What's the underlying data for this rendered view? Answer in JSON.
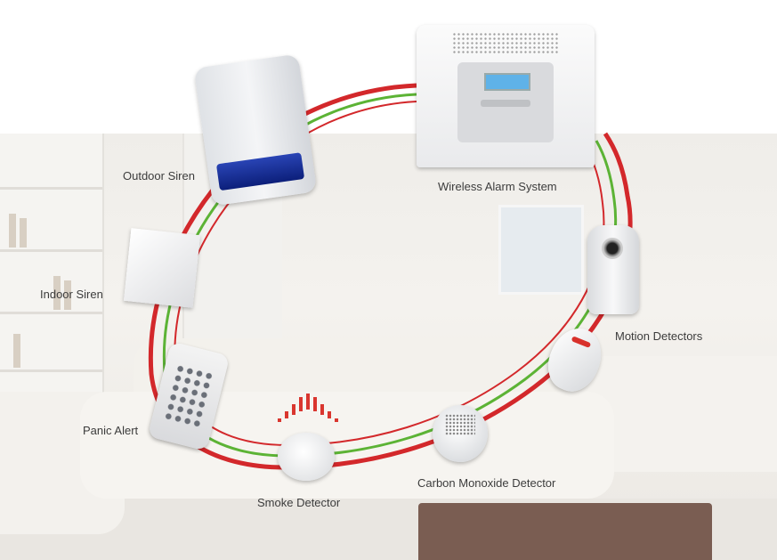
{
  "diagram": {
    "colors": {
      "ring_red": "#d3282b",
      "ring_green": "#5cb335",
      "label_text": "#3c3c3c"
    },
    "devices": [
      {
        "id": "panel",
        "label": "Wireless Alarm System"
      },
      {
        "id": "outdoor_siren",
        "label": "Outdoor Siren"
      },
      {
        "id": "indoor_siren",
        "label": "Indoor Siren"
      },
      {
        "id": "panic_alert",
        "label": "Panic Alert"
      },
      {
        "id": "smoke_detector",
        "label": "Smoke Detector"
      },
      {
        "id": "co_detector",
        "label": "Carbon Monoxide Detector"
      },
      {
        "id": "motion_detectors",
        "label": "Motion Detectors"
      }
    ]
  }
}
